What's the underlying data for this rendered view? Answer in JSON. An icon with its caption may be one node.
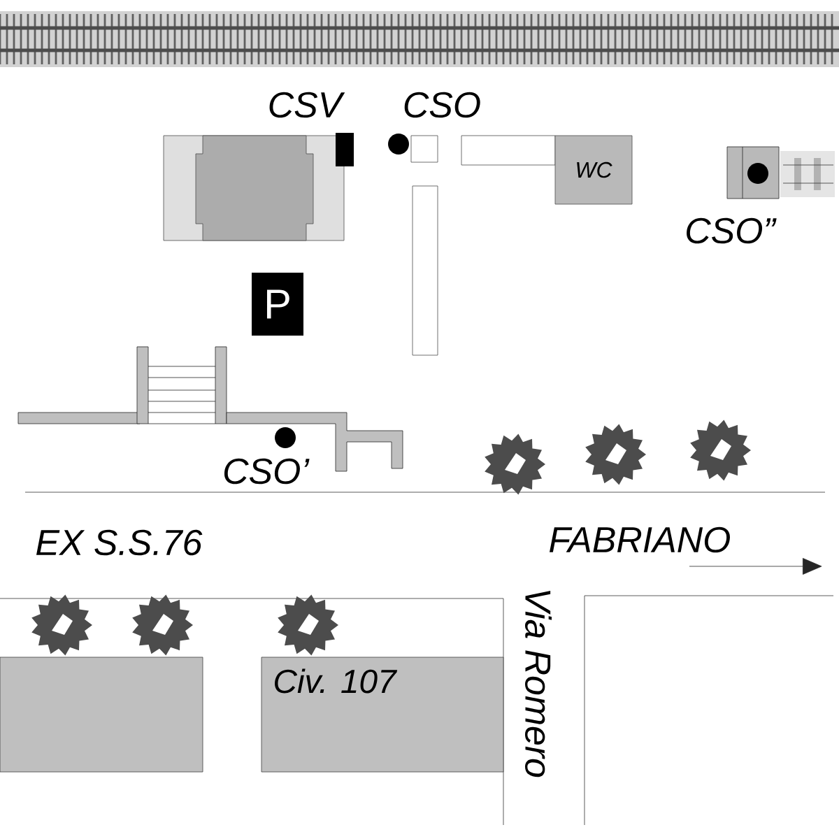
{
  "diagram": {
    "nodes": [
      {
        "text": [
          "WC"
        ]
      },
      {
        "text": [
          "P"
        ]
      },
      {
        "text": [],
        "shape": "box"
      },
      {
        "text": [
          "Civ. 107"
        ]
      }
    ],
    "labels": [
      "CSV",
      "CSO",
      "CSO”",
      "CSO’",
      "EX S.S.76",
      "FABRIANO",
      "Via Romero"
    ]
  }
}
